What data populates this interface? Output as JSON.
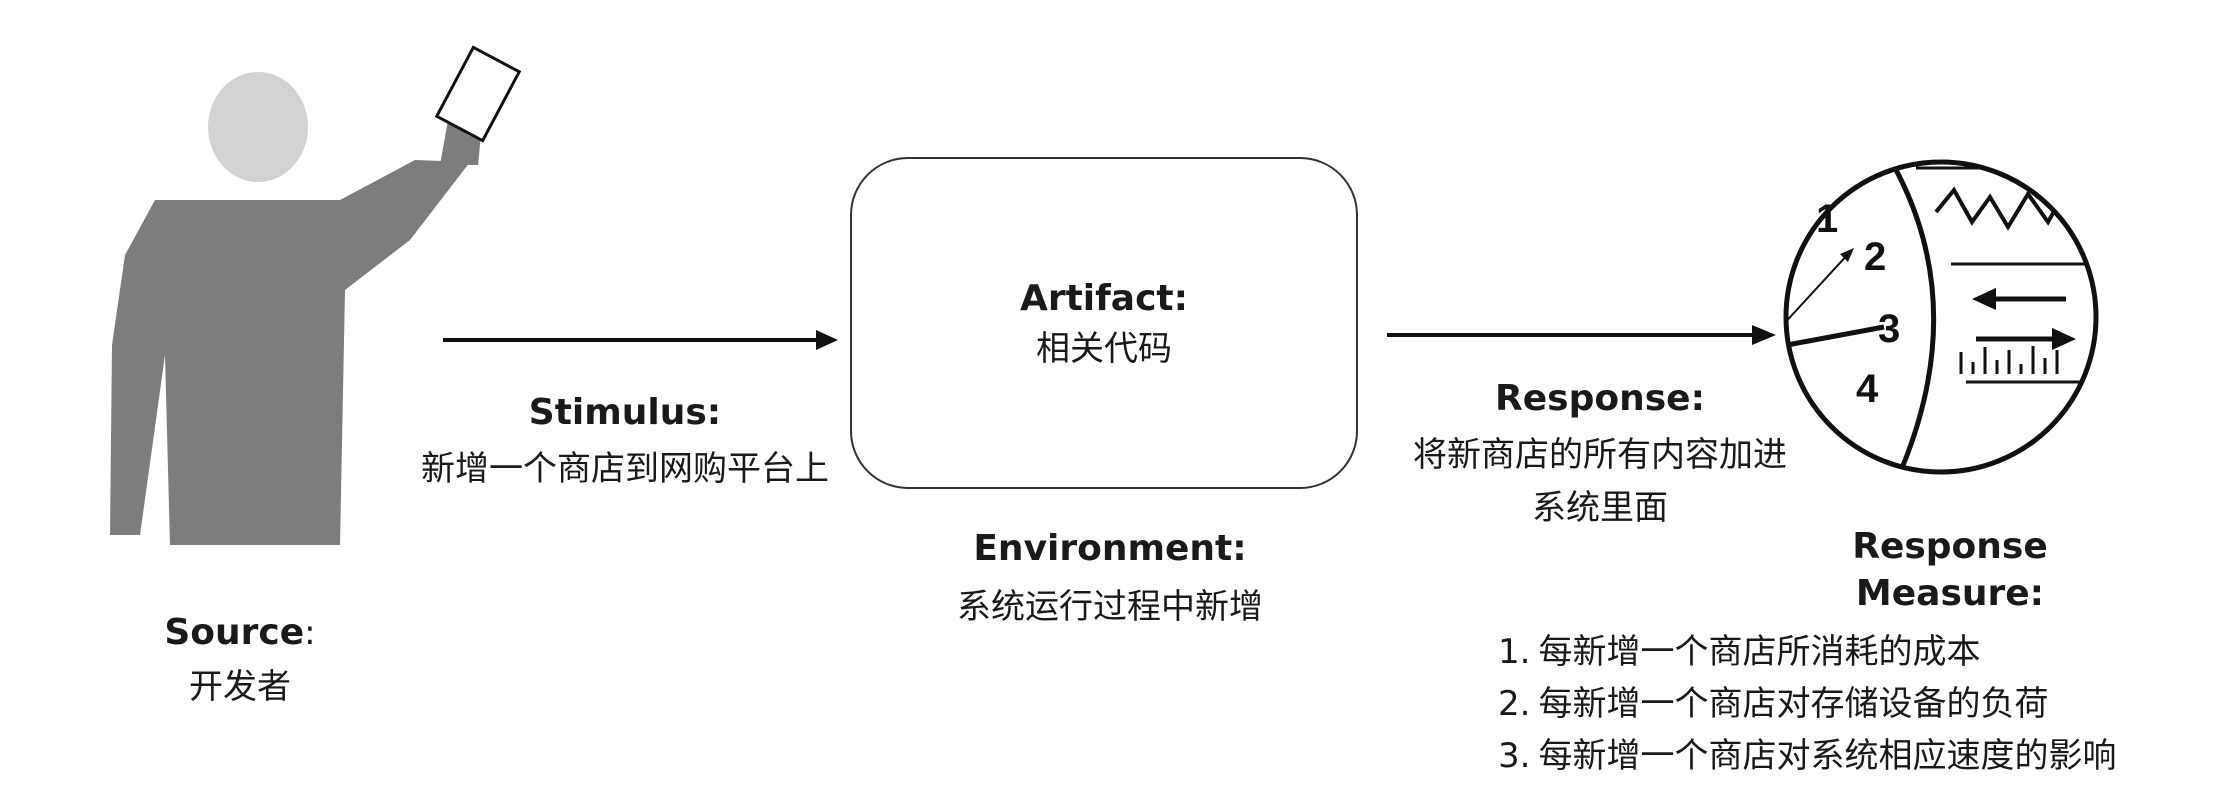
{
  "source": {
    "title": "Source",
    "colon": ":",
    "value": "开发者"
  },
  "stimulus": {
    "title": "Stimulus:",
    "value": "新增一个商店到网购平台上"
  },
  "artifact": {
    "title": "Artifact:",
    "value": "相关代码"
  },
  "environment": {
    "title": "Environment:",
    "value": "系统运行过程中新增"
  },
  "response": {
    "title": "Response:",
    "line1": "将新商店的所有内容加进",
    "line2": "系统里面"
  },
  "response_measure": {
    "title_line1": "Response",
    "title_line2": "Measure:",
    "items": [
      {
        "num": "1.",
        "text": "每新增一个商店所消耗的成本"
      },
      {
        "num": "2.",
        "text": "每新增一个商店对存储设备的负荷"
      },
      {
        "num": "3.",
        "text": "每新增一个商店对系统相应速度的影响"
      }
    ]
  },
  "gauge_numbers": [
    "1",
    "2",
    "3",
    "4"
  ],
  "colors": {
    "figure": "#7d7d7d",
    "head": "#d2d2d2",
    "line": "#111111",
    "box_border": "#333333"
  }
}
